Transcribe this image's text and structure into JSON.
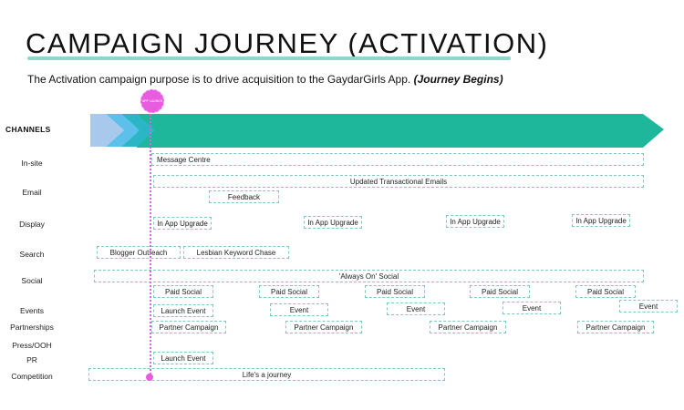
{
  "header": {
    "title": "CAMPAIGN JOURNEY (ACTIVATION)",
    "subtitle": "The Activation campaign purpose is to drive acquisition to the GaydarGirls App.",
    "subtitle_emphasis": "(Journey Begins)"
  },
  "launch": {
    "badge_text": "APP LAUNCH"
  },
  "channels_label": "CHANNELS",
  "colors": {
    "arrow_main": "#1fb79b",
    "chevron_light": "#a9c9ec",
    "chevron_mid": "#5cc0ea",
    "chevron_teal": "#2bb6c6",
    "launch_marker": "#e85ce0",
    "bar_border": "#7cc9bd"
  },
  "rows": {
    "insite": "In-site",
    "email": "Email",
    "display": "Display",
    "search": "Search",
    "social": "Social",
    "events": "Events",
    "partnerships": "Partnerships",
    "press": "Press/OOH",
    "pr": "PR",
    "competition": "Competition"
  },
  "bars": {
    "message_centre": "Message Centre",
    "transactional": "Updated Transactional Emails",
    "feedback": "Feedback",
    "display": [
      "In App Upgrade",
      "In App Upgrade",
      "In App Upgrade",
      "In App Upgrade"
    ],
    "blogger": "Blogger Outreach",
    "keyword": "Lesbian Keyword Chase",
    "always_on": "'Always On' Social",
    "paid_social": [
      "Paid Social",
      "Paid Social",
      "Paid Social",
      "Paid Social",
      "Paid Social"
    ],
    "events": [
      "Launch Event",
      "Event",
      "Event",
      "Event",
      "Event"
    ],
    "partner": [
      "Partner Campaign",
      "Partner Campaign",
      "Partner Campaign",
      "Partner Campaign"
    ],
    "pr": "Launch Event",
    "competition": "Life's a journey"
  }
}
